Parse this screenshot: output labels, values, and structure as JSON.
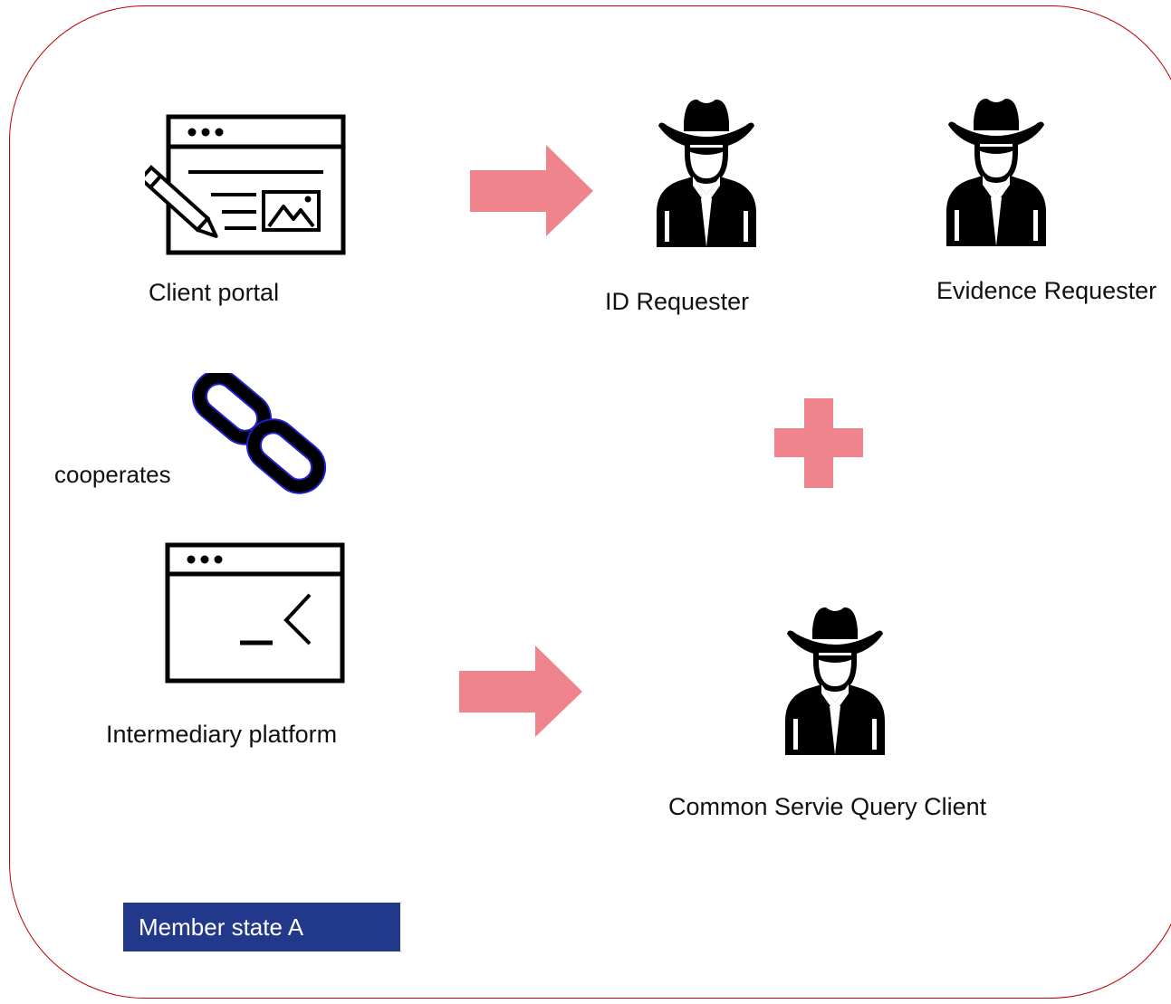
{
  "labels": {
    "client_portal": "Client portal",
    "id_requester": "ID Requester",
    "evidence_requester": "Evidence Requester",
    "cooperates": "cooperates",
    "intermediary_platform": "Intermediary platform",
    "common_service_query_client": "Common Servie Query Client",
    "member_state": "Member state A"
  },
  "colors": {
    "frame_border": "#c00000",
    "arrow": "#f0848c",
    "plus": "#f0848c",
    "badge_background": "#22388a",
    "badge_text": "#ffffff",
    "icon": "#000000",
    "link_outline": "#1f1fd0"
  },
  "icons": {
    "client_portal": "browser-edit-icon",
    "person": "cowboy-person-icon",
    "link": "chain-link-icon",
    "intermediary_platform": "browser-terminal-icon",
    "arrow": "right-arrow-icon",
    "plus": "plus-icon"
  }
}
